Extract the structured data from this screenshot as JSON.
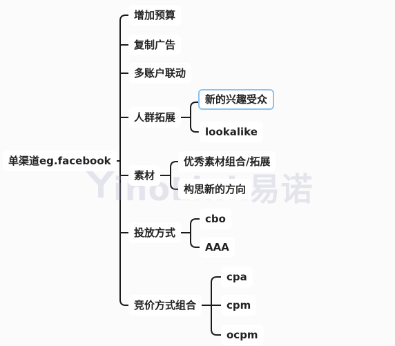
{
  "root": {
    "label": "单渠道eg.facebook"
  },
  "branches": [
    {
      "label": "增加预算",
      "children": []
    },
    {
      "label": "复制广告",
      "children": []
    },
    {
      "label": "多账户联动",
      "children": []
    },
    {
      "label": "人群拓展",
      "children": [
        {
          "label": "新的兴趣受众",
          "selected": true
        },
        {
          "label": "lookalike"
        }
      ]
    },
    {
      "label": "素材",
      "children": [
        {
          "label": "优秀素材组合/拓展"
        },
        {
          "label": "构思新的方向"
        }
      ]
    },
    {
      "label": "投放方式",
      "children": [
        {
          "label": "cbo"
        },
        {
          "label": "AAA"
        }
      ]
    },
    {
      "label": "竞价方式组合",
      "children": [
        {
          "label": "cpa"
        },
        {
          "label": "cpm"
        },
        {
          "label": "ocpm"
        }
      ]
    }
  ],
  "watermark": {
    "text": "inoLink易诺",
    "color": "#b4b4d2"
  },
  "colors": {
    "connector": "#1a1a1a",
    "selected_border": "#8cc2ec",
    "node_bg": "#ffffff"
  }
}
